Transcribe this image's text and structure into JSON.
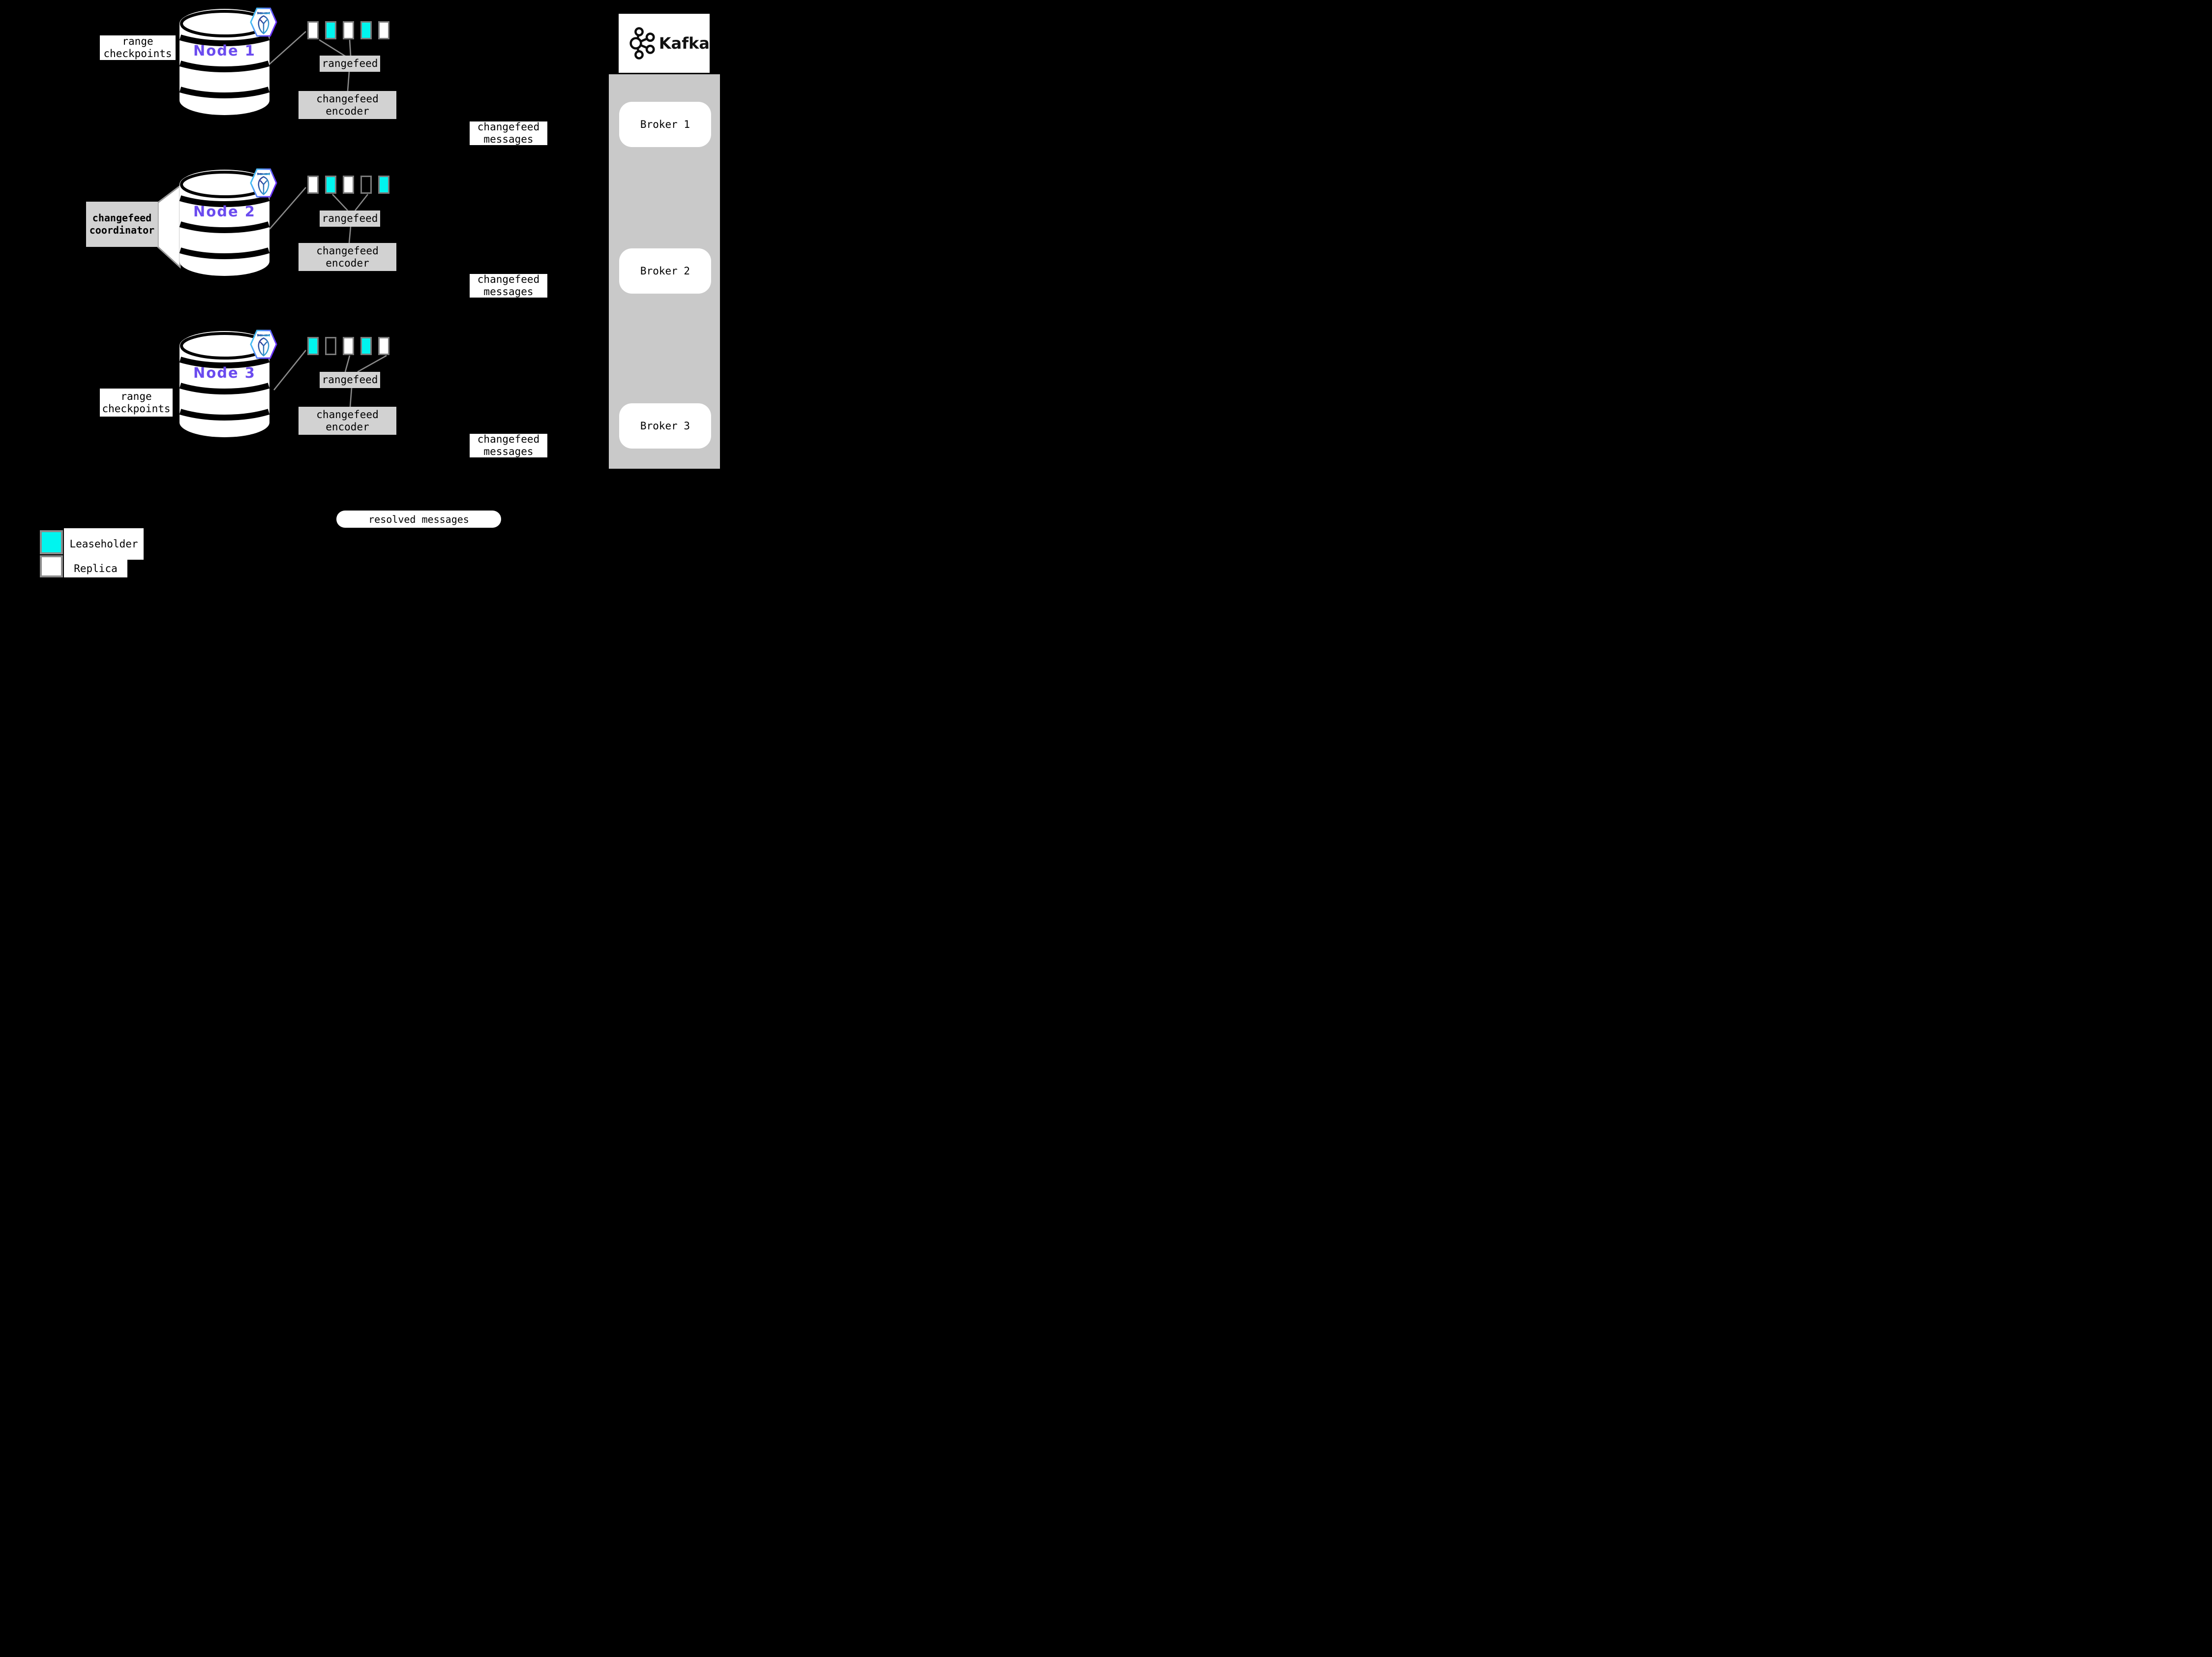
{
  "colors": {
    "background": "#000000",
    "leaseholder_cyan": "#00F5EF",
    "replica_white": "#FFFFFF",
    "node_label_purple": "#6B4BEF",
    "box_gray": "#D2D2D2",
    "container_gray": "#C9C9C9",
    "rect_border_gray": "#7A7A7A",
    "line_gray": "#8A8A8A"
  },
  "nodes": [
    {
      "name": "Node 1",
      "rangefeed_label": "rangefeed",
      "encoder_label": "changefeed encoder",
      "ranges": [
        "replica",
        "leaseholder",
        "replica",
        "leaseholder",
        "replica"
      ]
    },
    {
      "name": "Node 2",
      "rangefeed_label": "rangefeed",
      "encoder_label": "changefeed encoder",
      "ranges": [
        "replica",
        "leaseholder",
        "replica",
        "empty",
        "leaseholder"
      ]
    },
    {
      "name": "Node 3",
      "rangefeed_label": "rangefeed",
      "encoder_label": "changefeed encoder",
      "ranges": [
        "leaseholder",
        "empty",
        "replica",
        "leaseholder",
        "replica"
      ]
    }
  ],
  "labels": {
    "range_checkpoints": "range checkpoints",
    "changefeed_coordinator": "changefeed coordinator",
    "changefeed_messages": "changefeed messages",
    "resolved_messages": "resolved messages"
  },
  "kafka": {
    "title": "Kafka",
    "brokers": [
      {
        "label": "Broker 1"
      },
      {
        "label": "Broker 2"
      },
      {
        "label": "Broker 3"
      }
    ]
  },
  "legend": {
    "items": [
      {
        "label": "Leaseholder",
        "type": "leaseholder"
      },
      {
        "label": "Replica",
        "type": "replica"
      }
    ]
  }
}
